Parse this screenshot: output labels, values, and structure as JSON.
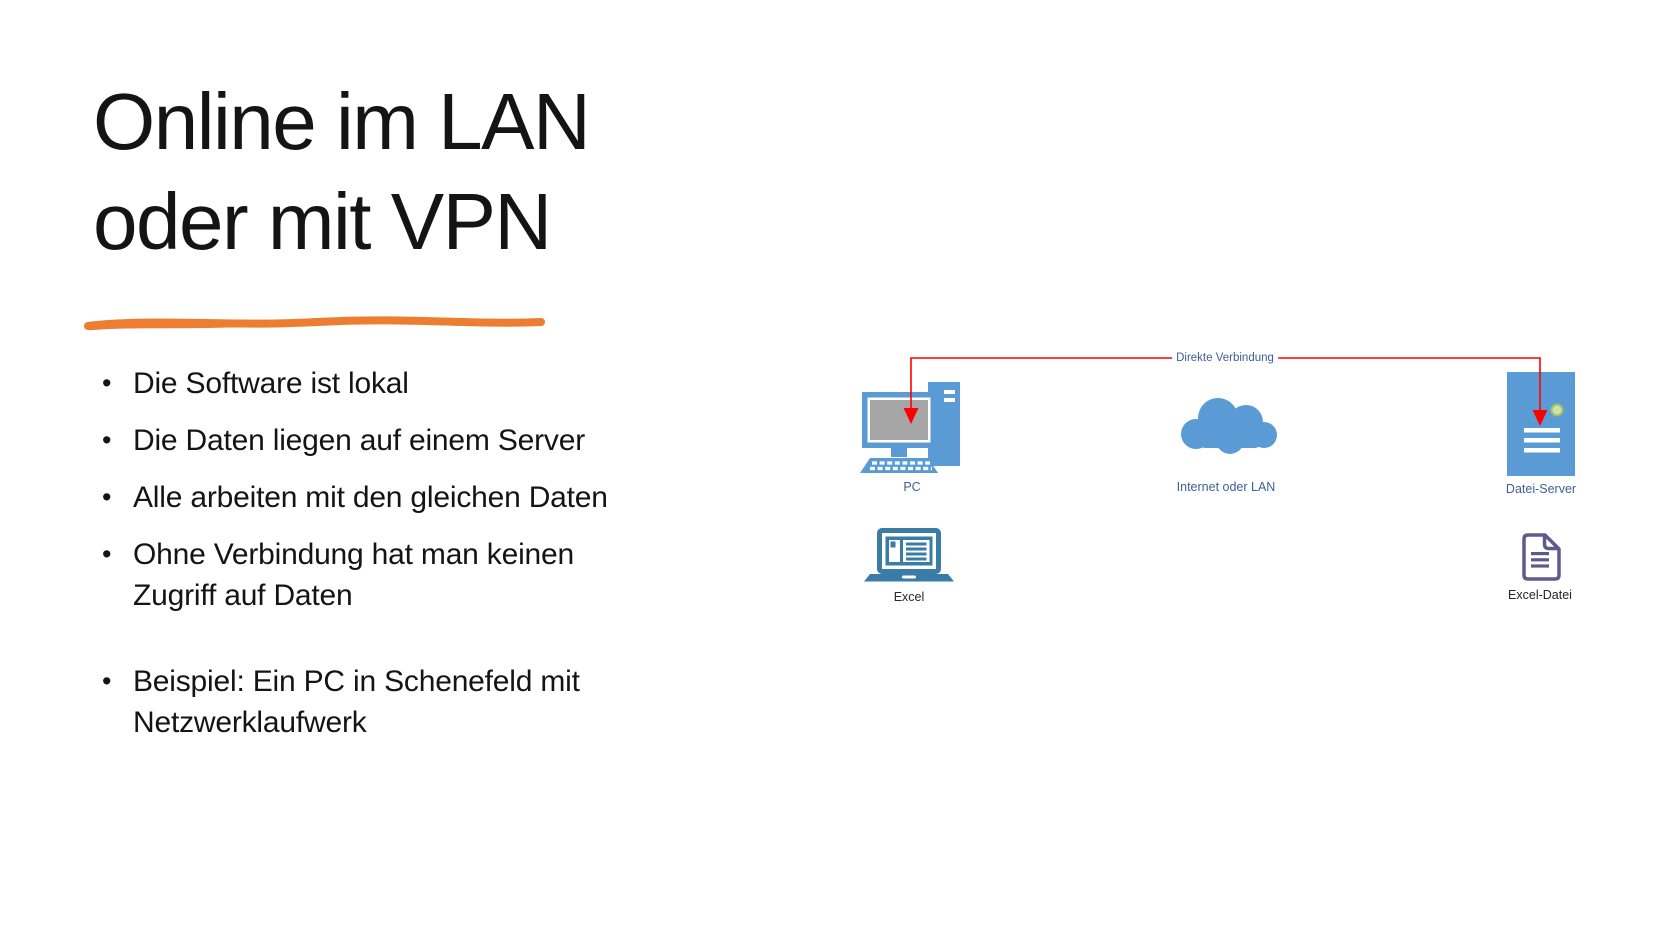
{
  "slide": {
    "title": "Online im LAN\noder mit VPN",
    "bullet_char": "•",
    "bullets": [
      {
        "text": "Die Software ist lokal"
      },
      {
        "text": "Die Daten liegen auf einem Server"
      },
      {
        "text": "Alle arbeiten mit den gleichen Daten"
      },
      {
        "text": "Ohne Verbindung hat man keinen\nZugriff auf Daten"
      },
      {
        "text": "Beispiel: Ein PC in Schenefeld mit\nNetzwerklaufwerk"
      }
    ]
  },
  "diagram": {
    "connection_label": "Direkte Verbindung",
    "nodes": {
      "pc": {
        "label": "PC"
      },
      "internet": {
        "label": "Internet oder LAN"
      },
      "server": {
        "label": "Datei-Server"
      },
      "excel": {
        "label": "Excel"
      },
      "excel_file": {
        "label": "Excel-Datei"
      }
    }
  },
  "colors": {
    "accent_orange": "#ED7D31",
    "icon_blue": "#5B9BD5",
    "screen_gray": "#A6A6A6",
    "laptop_teal": "#3A7CA5",
    "document_purple": "#5D5B8D",
    "label_blue": "#3F5F96",
    "connector_red": "#FF0000",
    "label_dark": "#262626",
    "text_black": "#141414",
    "power_light_green": "#CFE3A8",
    "power_light_ring": "#9DC26B"
  }
}
